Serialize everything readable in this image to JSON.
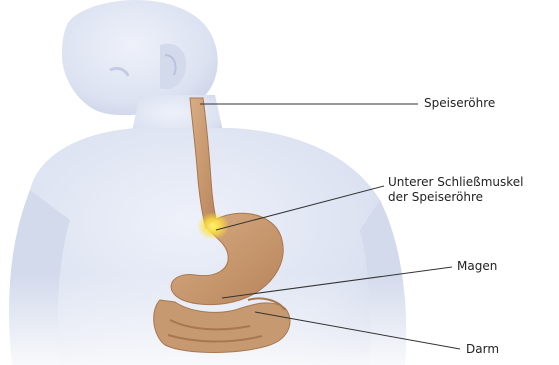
{
  "labels": {
    "speiseroehre": "Speiseröhre",
    "schliessmuskel_line1": "Unterer Schließmuskel",
    "schliessmuskel_line2": "der Speiseröhre",
    "magen": "Magen",
    "darm": "Darm"
  },
  "colors": {
    "body": "#dfe5f3",
    "organ": "#c89b72",
    "organ_shadow": "#a9774f",
    "sphincter_glow": "#ffe13a",
    "leader_line": "#333333"
  }
}
